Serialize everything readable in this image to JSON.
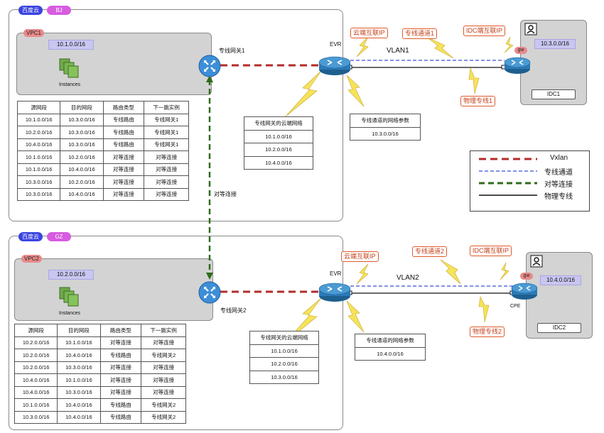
{
  "regions": [
    {
      "cloud": "百度云",
      "city": "BJ"
    },
    {
      "cloud": "百度云",
      "city": "GZ"
    }
  ],
  "vpc1": {
    "tag": "VPC1",
    "cidr": "10.1.0.0/16",
    "instances_label": "Instances",
    "route_table": {
      "headers": [
        "源网段",
        "目的网段",
        "路由类型",
        "下一跳实例"
      ],
      "rows": [
        [
          "10.1.0.0/16",
          "10.3.0.0/16",
          "专线路由",
          "专线网关1"
        ],
        [
          "10.2.0.0/16",
          "10.3.0.0/16",
          "专线路由",
          "专线网关1"
        ],
        [
          "10.4.0.0/16",
          "10.3.0.0/16",
          "专线路由",
          "专线网关1"
        ],
        [
          "10.1.0.0/16",
          "10.2.0.0/16",
          "对等连接",
          "对等连接"
        ],
        [
          "10.1.0.0/16",
          "10.4.0.0/16",
          "对等连接",
          "对等连接"
        ],
        [
          "10.3.0.0/16",
          "10.2.0.0/16",
          "对等连接",
          "对等连接"
        ],
        [
          "10.3.0.0/16",
          "10.4.0.0/16",
          "对等连接",
          "对等连接"
        ]
      ]
    }
  },
  "vpc2": {
    "tag": "VPC2",
    "cidr": "10.2.0.0/16",
    "instances_label": "Instances",
    "route_table": {
      "headers": [
        "源网段",
        "目的网段",
        "路由类型",
        "下一跳实例"
      ],
      "rows": [
        [
          "10.2.0.0/16",
          "10.1.0.0/16",
          "对等连接",
          "对等连接"
        ],
        [
          "10.2.0.0/16",
          "10.4.0.0/16",
          "专线路由",
          "专线网关2"
        ],
        [
          "10.2.0.0/16",
          "10.3.0.0/16",
          "对等连接",
          "对等连接"
        ],
        [
          "10.4.0.0/16",
          "10.1.0.0/16",
          "对等连接",
          "对等连接"
        ],
        [
          "10.4.0.0/16",
          "10.3.0.0/16",
          "对等连接",
          "对等连接"
        ],
        [
          "10.1.0.0/16",
          "10.4.0.0/16",
          "专线路由",
          "专线网关2"
        ],
        [
          "10.3.0.0/16",
          "10.4.0.0/16",
          "专线路由",
          "专线网关2"
        ]
      ]
    }
  },
  "top": {
    "gateway_label": "专线网关1",
    "evr_label": "EVR",
    "vlan_label": "VLAN1",
    "cloud_ip_label": "云端互联IP",
    "channel_label": "专线通道1",
    "idc_ip_label": "IDC端互联IP",
    "physical_label": "物理专线1",
    "gw_label": "gw",
    "gateway_networks": {
      "title": "专线网关的云端网络",
      "rows": [
        "10.1.0.0/16",
        "10.2.0.0/16",
        "10.4.0.0/16"
      ]
    },
    "channel_params": {
      "title": "专线通道的网络参数",
      "rows": [
        "10.3.0.0/16"
      ]
    },
    "idc": {
      "cidr": "10.3.0.0/16",
      "name": "IDC1"
    }
  },
  "bottom": {
    "gateway_label": "专线网关2",
    "evr_label": "EVR",
    "vlan_label": "VLAN2",
    "cloud_ip_label": "云端互联IP",
    "channel_label": "专线通道2",
    "idc_ip_label": "IDC端互联IP",
    "physical_label": "物理专线2",
    "gw_label": "gw",
    "cpe_label": "CPE",
    "gateway_networks": {
      "title": "专线网关的云端网络",
      "rows": [
        "10.1.0.0/16",
        "10.2.0.0/16",
        "10.3.0.0/16"
      ]
    },
    "channel_params": {
      "title": "专线通道的网络参数",
      "rows": [
        "10.4.0.0/16"
      ]
    },
    "idc": {
      "cidr": "10.4.0.0/16",
      "name": "IDC2"
    }
  },
  "peering_label": "对等连接",
  "legend": [
    {
      "label": "Vxlan",
      "color": "#b52b2b"
    },
    {
      "label": "专线通道",
      "color": "#3a4fd8"
    },
    {
      "label": "对等连接",
      "color": "#2f6b1c"
    },
    {
      "label": "物理专线",
      "color": "#111111"
    }
  ]
}
